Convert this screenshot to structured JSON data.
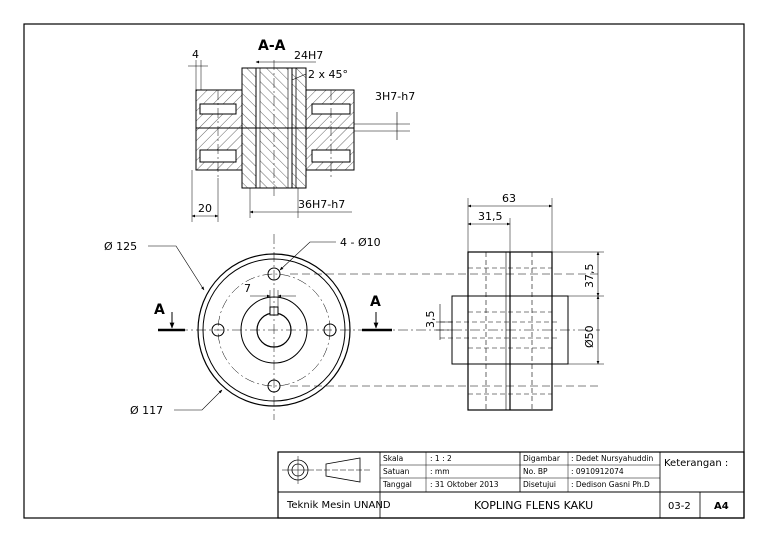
{
  "section": {
    "label": "A-A",
    "cut_left": "A",
    "cut_right": "A"
  },
  "dimensions": {
    "d_4": "4",
    "d_24h7": "24H7",
    "d_chamfer": "2 x 45°",
    "d_3h7": "3H7-h7",
    "d_20": "20",
    "d_36h7": "36H7-h7",
    "d_125": "Ø 125",
    "d_4x10": "4 - Ø10",
    "d_7": "7",
    "d_117": "Ø 117",
    "d_63": "63",
    "d_31_5": "31,5",
    "d_37_5": "37,5",
    "d_3_5": "3,5",
    "d_50": "Ø50"
  },
  "title_block": {
    "scale_label": "Skala",
    "scale_value": ": 1 : 2",
    "unit_label": "Satuan",
    "unit_value": ": mm",
    "date_label": "Tanggal",
    "date_value": ": 31 Oktober 2013",
    "drawn_label": "Digambar",
    "drawn_value": ": Dedet Nursyahuddin",
    "bp_label": "No. BP",
    "bp_value": ": 0910912074",
    "approved_label": "Disetujui",
    "approved_value": ": Dedison Gasni Ph.D",
    "remarks_label": "Keterangan :",
    "institution": "Teknik Mesin UNAND",
    "drawing_title": "KOPLING FLENS KAKU",
    "drawing_number": "03-2",
    "paper_size": "A4"
  }
}
